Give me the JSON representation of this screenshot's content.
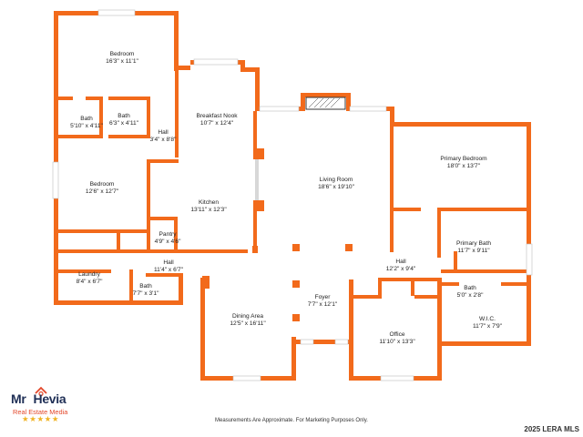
{
  "rooms": {
    "bedroom_nw": {
      "name": "Bedroom",
      "dim": "16'3\" x 11'1\""
    },
    "bath_a": {
      "name": "Bath",
      "dim": "5'10\" x 4'11\""
    },
    "bath_b": {
      "name": "Bath",
      "dim": "6'3\" x 4'11\""
    },
    "hall_north": {
      "name": "Hall",
      "dim": "3'4\" x 8'8\""
    },
    "breakfast_nook": {
      "name": "Breakfast Nook",
      "dim": "10'7\" x 12'4\""
    },
    "bedroom_w": {
      "name": "Bedroom",
      "dim": "12'6\" x 12'7\""
    },
    "kitchen": {
      "name": "Kitchen",
      "dim": "13'11\" x 12'3\""
    },
    "living_room": {
      "name": "Living Room",
      "dim": "18'6\" x 19'10\""
    },
    "primary_bedroom": {
      "name": "Primary Bedroom",
      "dim": "18'0\" x 13'7\""
    },
    "pantry": {
      "name": "Pantry",
      "dim": "4'9\" x 4'6\""
    },
    "primary_bath": {
      "name": "Primary Bath",
      "dim": "11'7\" x 9'11\""
    },
    "hall_mid": {
      "name": "Hall",
      "dim": "11'4\" x 6'7\""
    },
    "hall_east": {
      "name": "Hall",
      "dim": "12'2\" x 9'4\""
    },
    "laundry": {
      "name": "Laundry",
      "dim": "8'4\" x 6'7\""
    },
    "bath_c": {
      "name": "Bath",
      "dim": "7'7\" x 3'1\""
    },
    "bath_d": {
      "name": "Bath",
      "dim": "5'0\" x 2'8\""
    },
    "foyer": {
      "name": "Foyer",
      "dim": "7'7\" x 12'1\""
    },
    "dining_area": {
      "name": "Dining Area",
      "dim": "12'5\" x 16'11\""
    },
    "wic": {
      "name": "W.I.C.",
      "dim": "11'7\" x 7'9\""
    },
    "office": {
      "name": "Office",
      "dim": "11'10\" x 13'3\""
    }
  },
  "logo": {
    "brand_a": "Mr",
    "brand_b": "Hevia",
    "subtitle": "Real Estate Media",
    "stars": "★★★★★"
  },
  "footer": {
    "disclaimer": "Measurements Are Approximate. For Marketing Purposes Only.",
    "copyright": "2025 LERA MLS"
  },
  "colors": {
    "wall": "#f26a1b",
    "text": "#222222",
    "brand_navy": "#1f2f56",
    "brand_red": "#e3482b",
    "stars": "#f0b323"
  }
}
